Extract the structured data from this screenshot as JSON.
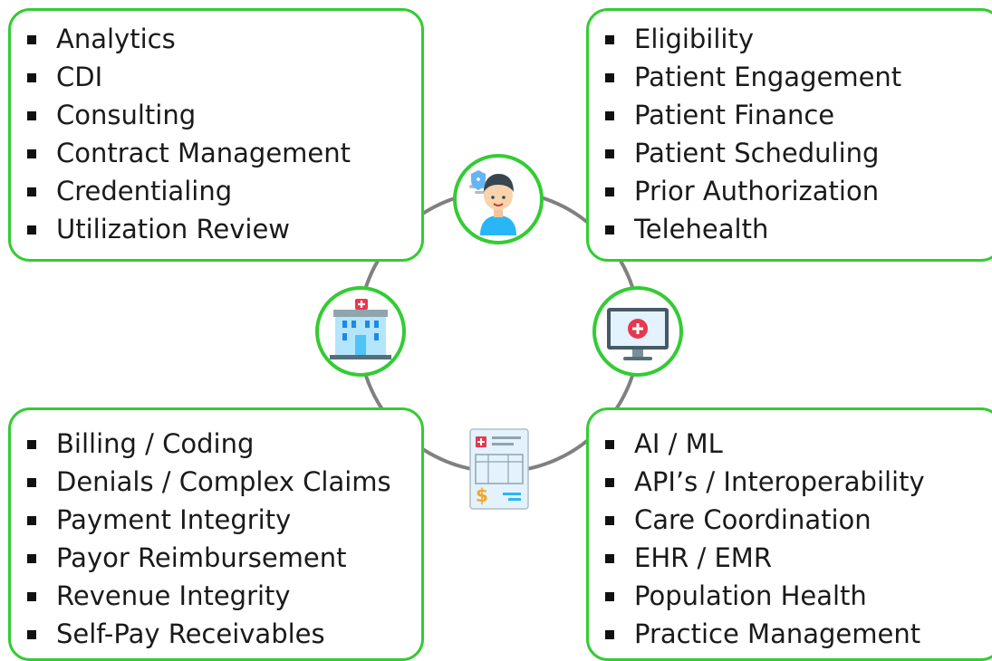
{
  "diagram": {
    "accent_color": "#33cc33",
    "ring_color": "#808080",
    "nodes": [
      {
        "id": "top",
        "icon": "healthcare-worker-icon"
      },
      {
        "id": "left",
        "icon": "hospital-building-icon"
      },
      {
        "id": "right",
        "icon": "medical-monitor-icon"
      },
      {
        "id": "bottom",
        "icon": "medical-bill-icon"
      }
    ],
    "boxes": {
      "top_left": {
        "items": [
          "Analytics",
          "CDI",
          "Consulting",
          "Contract Management",
          "Credentialing",
          "Utilization Review"
        ]
      },
      "top_right": {
        "items": [
          "Eligibility",
          "Patient Engagement",
          "Patient Finance",
          "Patient Scheduling",
          "Prior Authorization",
          "Telehealth"
        ]
      },
      "bottom_left": {
        "items": [
          "Billing / Coding",
          "Denials / Complex Claims",
          "Payment Integrity",
          "Payor Reimbursement",
          "Revenue Integrity",
          "Self-Pay Receivables"
        ]
      },
      "bottom_right": {
        "items": [
          "AI / ML",
          "API’s / Interoperability",
          "Care Coordination",
          "EHR / EMR",
          "Population Health",
          "Practice Management"
        ]
      }
    }
  }
}
